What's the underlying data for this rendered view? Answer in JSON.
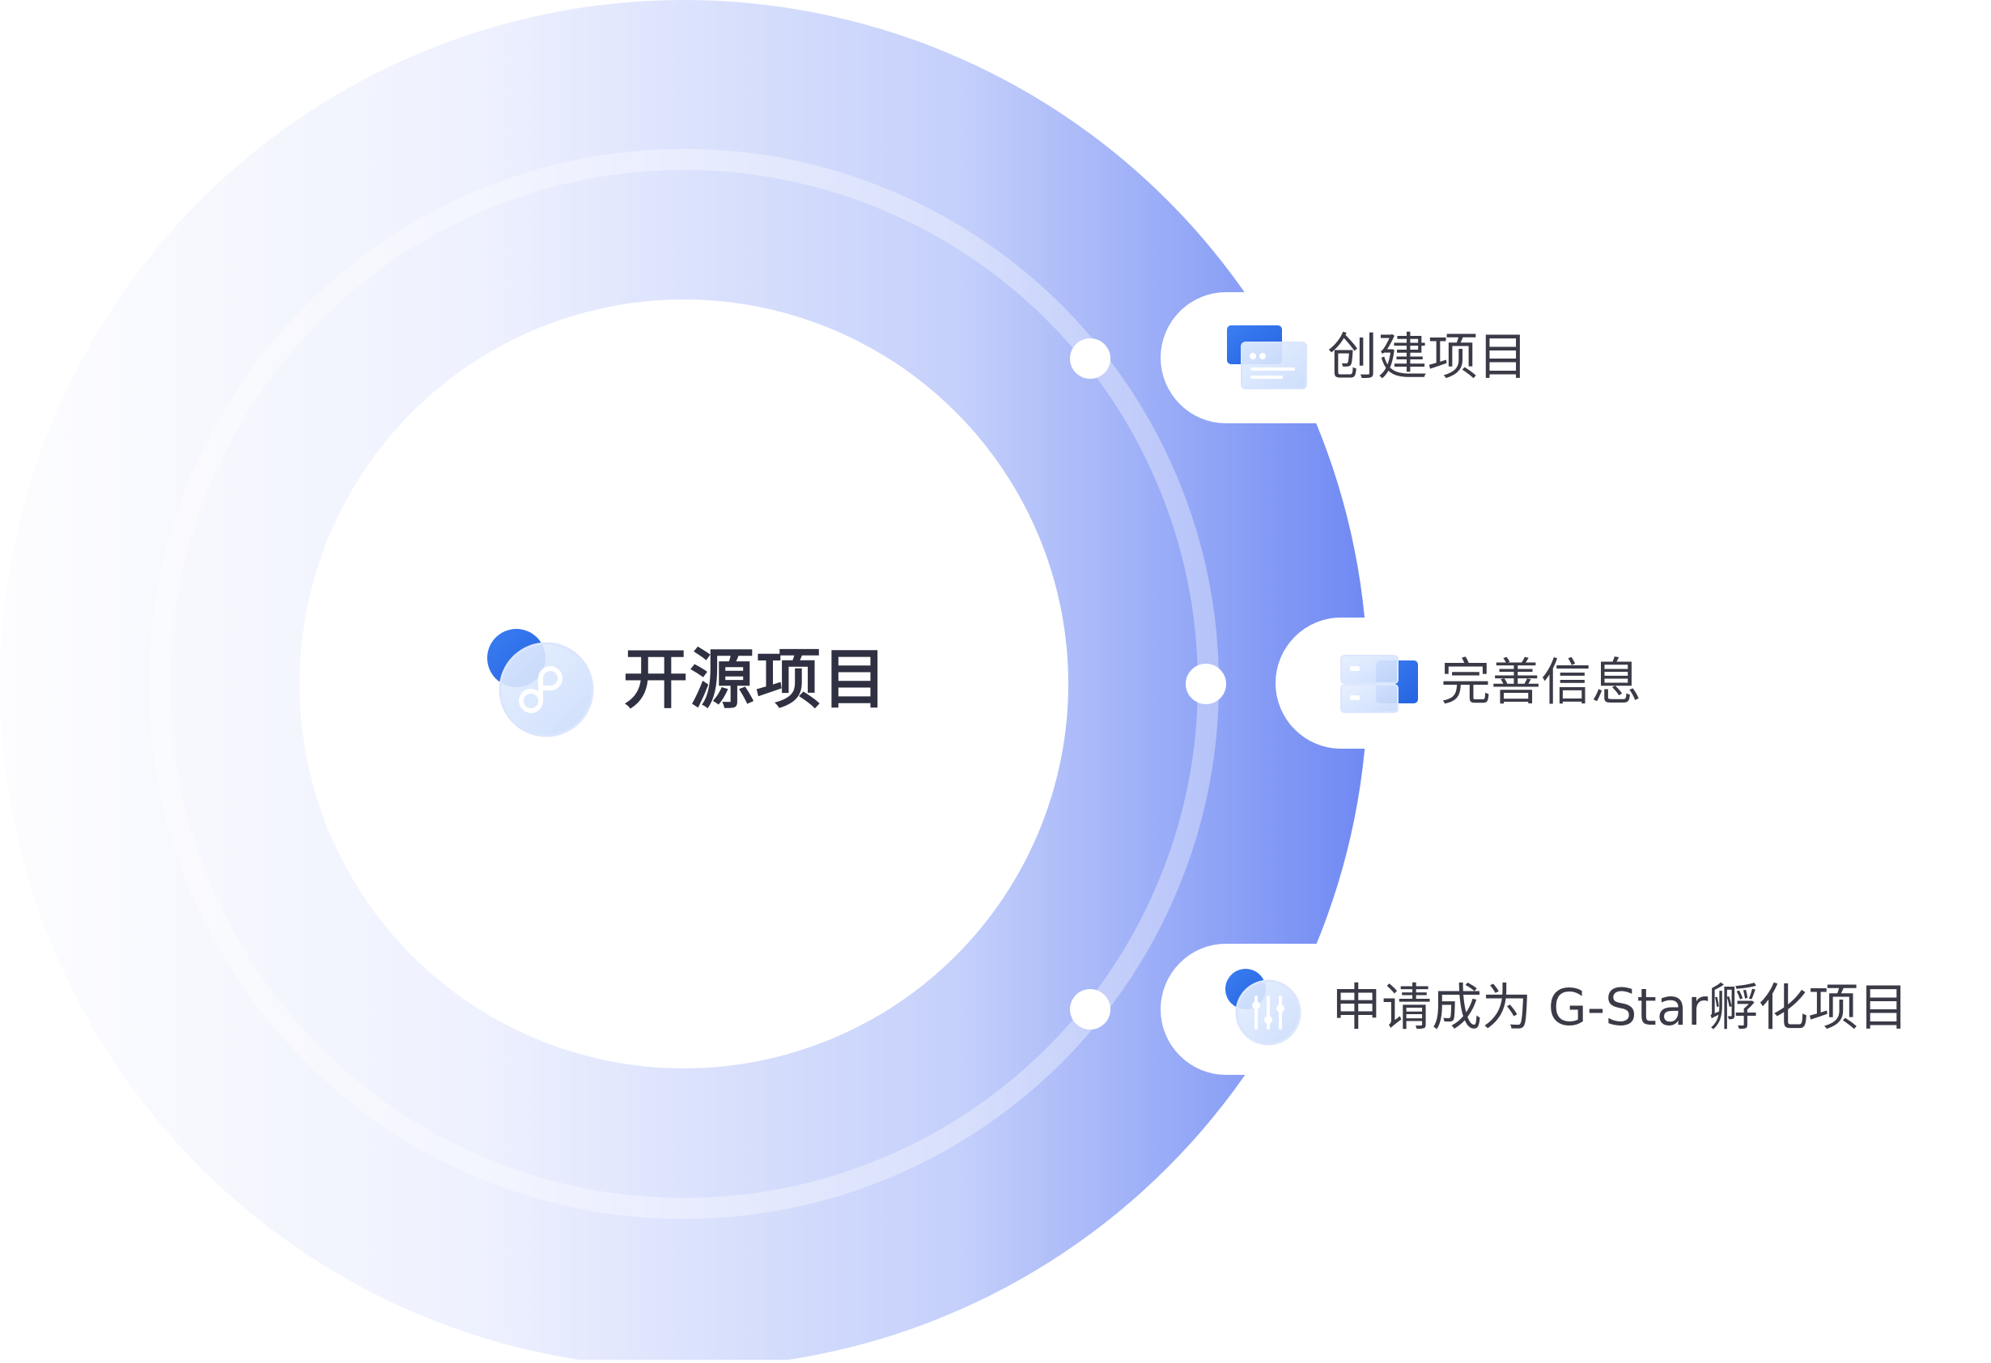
{
  "center": {
    "label": "开源项目",
    "icon": "link-icon"
  },
  "steps": [
    {
      "label": "创建项目",
      "icon": "window-icon"
    },
    {
      "label": "完善信息",
      "icon": "server-icon"
    },
    {
      "label": "申请成为 G-Star孵化项目",
      "icon": "sliders-icon"
    }
  ],
  "colors": {
    "ring_light": "#fafbff",
    "ring_mid": "#c5d0fb",
    "ring_dark": "#6f89f3",
    "accent": "#2f74ec",
    "text": "#3a3b47",
    "title": "#2f3142"
  }
}
